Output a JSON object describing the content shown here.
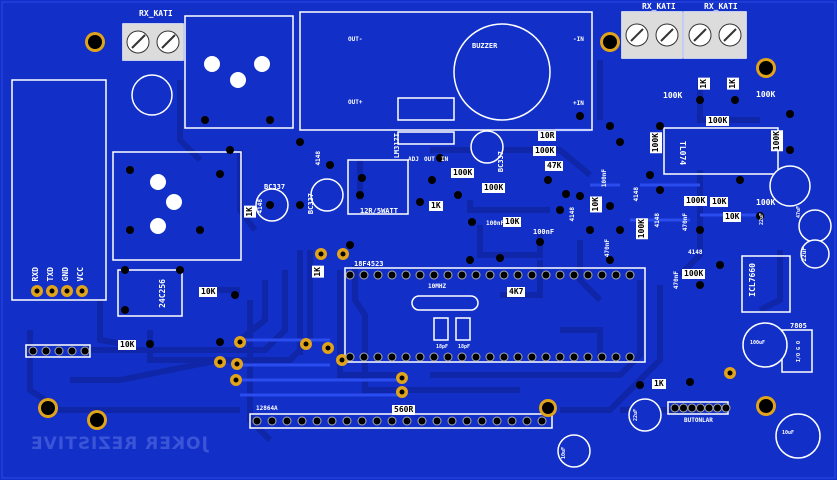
{
  "board": {
    "title_mirrored": "JOKER REZISTIVE",
    "colors": {
      "substrate": "#1230c8",
      "trace": "#1d40e0",
      "silk": "#ffffff",
      "pad": "#e0a31a",
      "hole": "#000000"
    }
  },
  "connectors": {
    "rx_kati_left": "RX_KATI",
    "rx_kati_right_a": "RX_KATI",
    "rx_kati_right_b": "RX_KATI"
  },
  "serial_header": {
    "pins": [
      "RXD",
      "TXD",
      "GND",
      "VCC"
    ]
  },
  "power_module": {
    "out_minus": "OUT-",
    "out_plus": "OUT+",
    "in_minus": "-IN",
    "in_plus": "+IN"
  },
  "components": {
    "buzzer": "BUZZER",
    "regulator": "LM317T",
    "reg_pins": [
      "ADJ",
      "OUT",
      "IN"
    ],
    "resistor_power": "12R/5WATT",
    "transistor_a": "BC337",
    "transistor_b": "BC337",
    "transistor_c": "BC337",
    "diode_a": "4148",
    "diode_b": "4148",
    "diode_c": "4148",
    "diode_d": "4148",
    "diode_e": "4148",
    "diode_f": "4148",
    "mcu": "18F4523",
    "crystal": "10MHZ",
    "cap_18pf_a": "18pF",
    "cap_18pf_b": "18pF",
    "eeprom": "24C256",
    "opamp": "TL074",
    "charge_pump": "ICL7660",
    "reg_7805": "7805",
    "reg_7805_pins": "I/O G O",
    "lcd_header": "12864A",
    "buttons": "BUTONLAR"
  },
  "values": {
    "r_1k_a": "1K",
    "r_1k_b": "1K",
    "r_1k_c": "1K",
    "r_1k_d": "1K",
    "r_1k_e": "1K",
    "r_1k_f": "1K",
    "r_10k_a": "10K",
    "r_10k_b": "10K",
    "r_10k_c": "10K",
    "r_10k_d": "10K",
    "r_10k_e": "10K",
    "r_10k_f": "10K",
    "r_10r": "10R",
    "r_100k_a": "100K",
    "r_100k_b": "100K",
    "r_100k_c": "100K",
    "r_100k_d": "100K",
    "r_100k_e": "100K",
    "r_100k_f": "100K",
    "r_100k_g": "100K",
    "r_100k_h": "100K",
    "r_100k_i": "100K",
    "r_100k_j": "100K",
    "r_100k_k": "100K",
    "r_47k": "47K",
    "r_4k7": "4K7",
    "r_560r": "560R",
    "r_100k_l": "100K",
    "c_100nf_a": "100nF",
    "c_100nf_b": "100nF",
    "c_100nf_c": "100nF",
    "c_100uf": "100uF",
    "c_22uf_a": "22uF",
    "c_22uf_b": "22uF",
    "c_22uf_c": "22uF",
    "c_470nf_a": "470nF",
    "c_470nf_b": "470nF",
    "c_470nf_c": "470nF",
    "c_10uf_a": "10uF",
    "c_10uf_b": "10uF",
    "c_47uf": "47uF"
  }
}
